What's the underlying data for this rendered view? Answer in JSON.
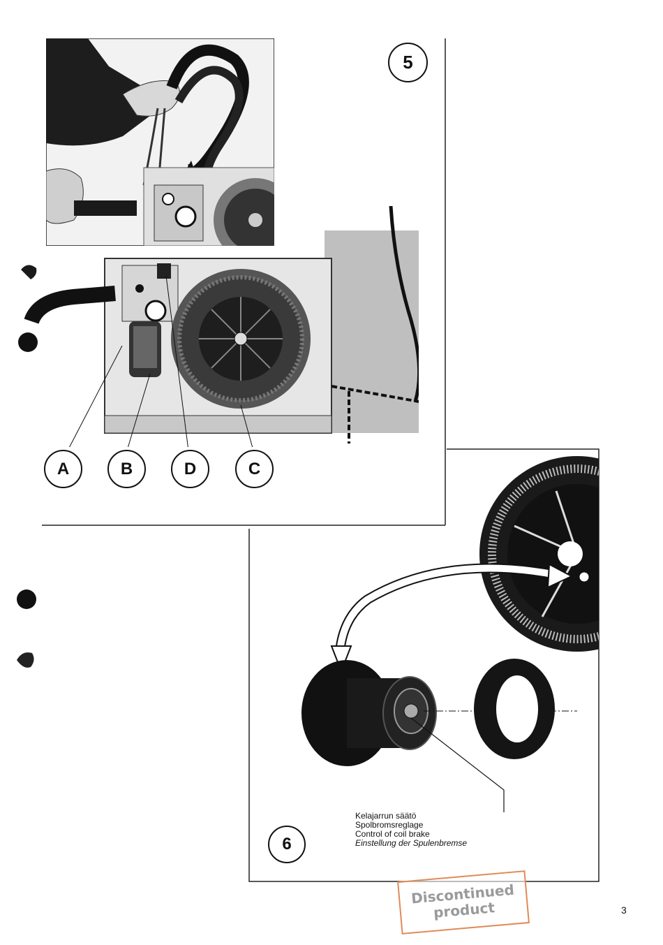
{
  "figure5": {
    "number": "5",
    "labels": [
      "A",
      "B",
      "D",
      "C"
    ]
  },
  "figure6": {
    "number": "6",
    "caption": [
      "Kelajarrun säätö",
      "Spolbromsreglage",
      "Control of coil brake",
      "Einstellung der Spulenbremse"
    ]
  },
  "stamp": {
    "line1": "Discontinued",
    "line2": "product"
  },
  "page_number": "3",
  "colors": {
    "stamp_border": "#e08a58",
    "stamp_text": "#9a9a9a"
  }
}
